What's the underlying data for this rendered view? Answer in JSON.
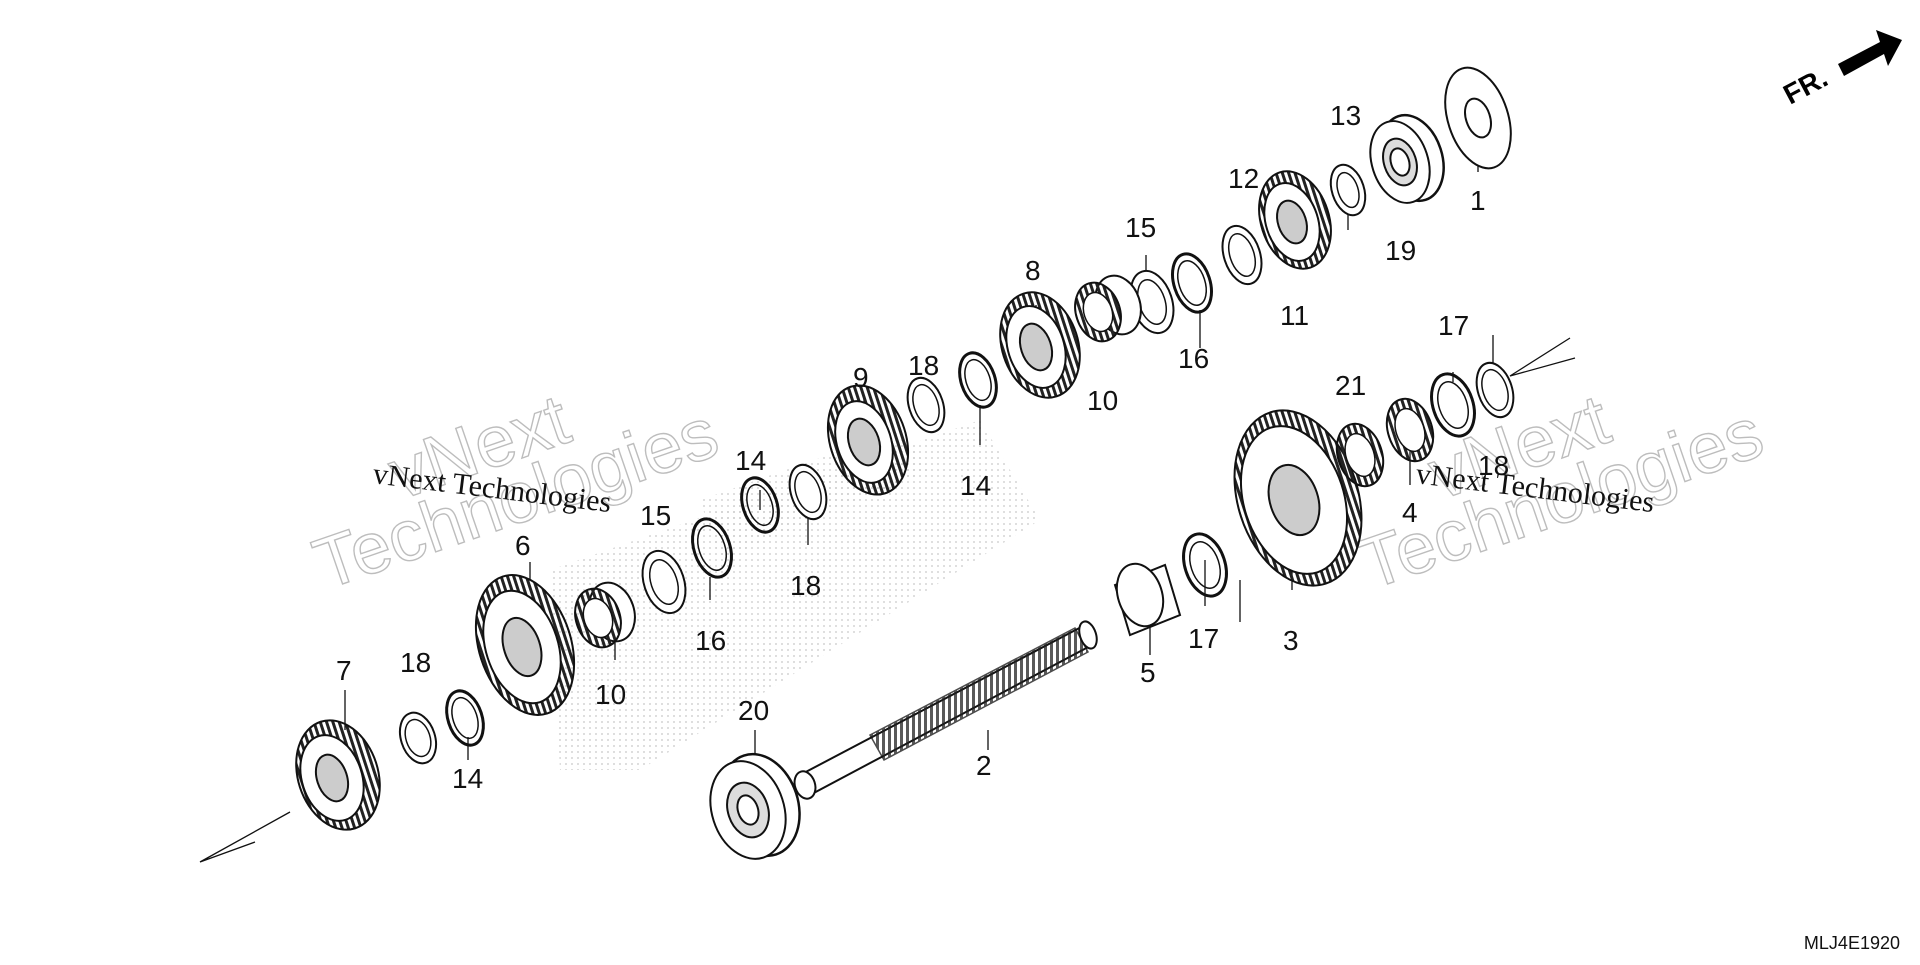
{
  "diagram": {
    "code": "MLJ4E1920",
    "direction_label": "FR.",
    "watermark_small": "vNext Technologies",
    "watermark_big_1": "vNext",
    "watermark_big_2": "Technologies",
    "callouts": [
      "1",
      "2",
      "3",
      "4",
      "5",
      "6",
      "7",
      "8",
      "9",
      "10",
      "10",
      "11",
      "12",
      "13",
      "14",
      "14",
      "14",
      "15",
      "15",
      "16",
      "16",
      "17",
      "17",
      "18",
      "18",
      "18",
      "18",
      "19",
      "20",
      "21"
    ]
  }
}
